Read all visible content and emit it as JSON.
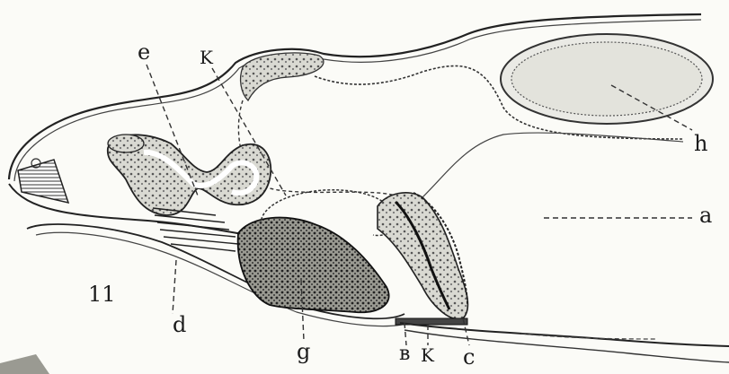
{
  "figure": {
    "figure_number": "11",
    "labels": {
      "a": "a",
      "c": "c",
      "d": "d",
      "e": "e",
      "g": "g",
      "h": "h",
      "k_top": "K",
      "k_bottom": "K",
      "v": "в"
    }
  }
}
